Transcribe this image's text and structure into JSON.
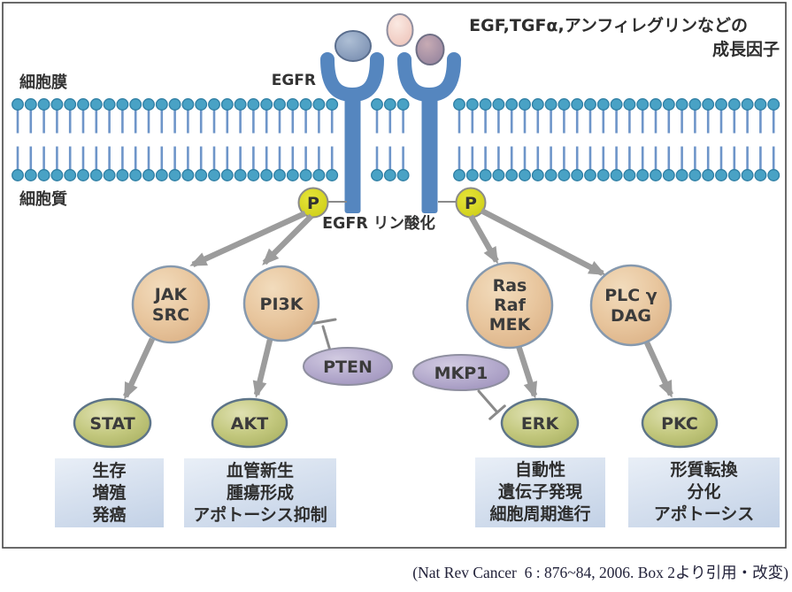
{
  "figure": {
    "labels": {
      "membrane": "細胞膜",
      "cytoplasm": "細胞質",
      "receptor": "EGFR",
      "phosphorylation": "EGFR リン酸化",
      "p_badge": "P",
      "growth_factors_line1": "EGF,TGFα,アンフィレグリンなどの",
      "growth_factors_line2": "成長因子"
    },
    "nodes": {
      "jak_src": {
        "lines": [
          "JAK",
          "SRC"
        ]
      },
      "pi3k": {
        "label": "PI3K"
      },
      "ras_raf_mek": {
        "lines": [
          "Ras",
          "Raf",
          "MEK"
        ]
      },
      "plc_dag": {
        "lines": [
          "PLC γ",
          "DAG"
        ]
      },
      "pten": {
        "label": "PTEN"
      },
      "mkp1": {
        "label": "MKP1"
      },
      "stat": {
        "label": "STAT"
      },
      "akt": {
        "label": "AKT"
      },
      "erk": {
        "label": "ERK"
      },
      "pkc": {
        "label": "PKC"
      }
    },
    "outcomes": [
      {
        "lines": [
          "生存",
          "増殖",
          "発癌"
        ]
      },
      {
        "lines": [
          "血管新生",
          "腫瘍形成",
          "アポトーシス抑制"
        ]
      },
      {
        "lines": [
          "自動性",
          "遺伝子発現",
          "細胞周期進行"
        ]
      },
      {
        "lines": [
          "形質転換",
          "分化",
          "アポトーシス"
        ]
      }
    ],
    "colors": {
      "receptor_blue": "#5586bf",
      "membrane_head_teal": "#49a2c5",
      "phospho_yellow": "#d9d922",
      "kinase_node_tan": "#e8c69e",
      "inhibitor_purple": "#b3a9cc",
      "effector_olive": "#c3c87e",
      "outcome_box_blue": "#d0dcec",
      "arrow_gray": "#9c9c9c"
    }
  },
  "citation": "(Nat Rev Cancer  6 : 876~84, 2006. Box 2より引用・改変)"
}
